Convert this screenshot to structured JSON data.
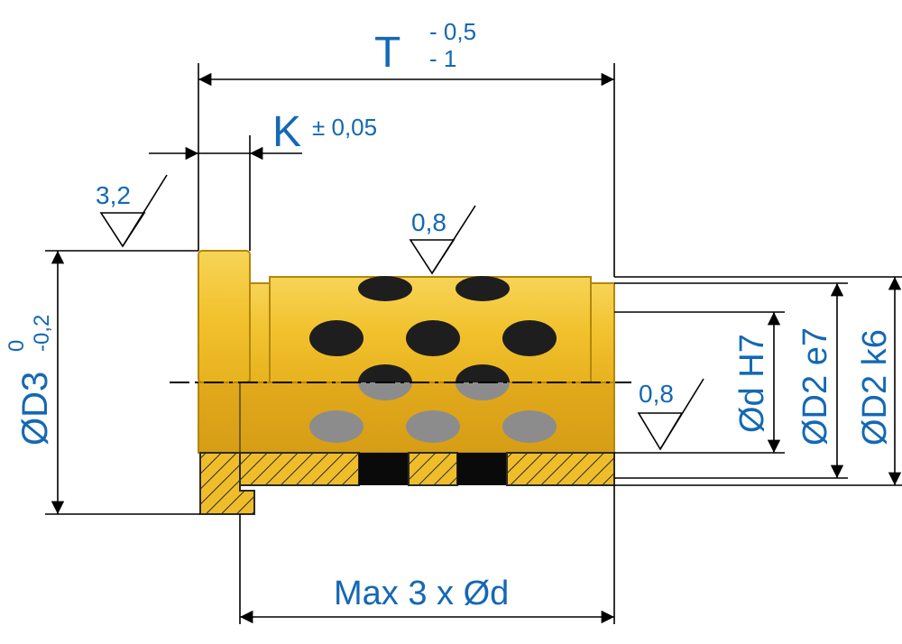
{
  "drawing": {
    "total_length": {
      "symbol": "T",
      "tol_upper": "- 0,5",
      "tol_lower": "- 1"
    },
    "flange_width": {
      "symbol": "K",
      "tolerance": "± 0,05"
    },
    "flange_roughness": "3,2",
    "outer_roughness": "0,8",
    "bore_roughness": "0,8",
    "flange_diameter": {
      "label": "ØD3",
      "tol_upper": "0",
      "tol_lower": "-0,2"
    },
    "bore_diameter": "Ød H7",
    "outer_diameter_e7": "ØD2 e7",
    "outer_diameter_k6": "ØD2 k6",
    "max_length": "Max 3 x Ød"
  },
  "colors": {
    "bronze": "#f2c22e",
    "bronze_dark": "#b3860a",
    "graphite": "#1e1e1e",
    "graphite_light": "#8c8c8c",
    "dimension_text": "#1468b4"
  }
}
